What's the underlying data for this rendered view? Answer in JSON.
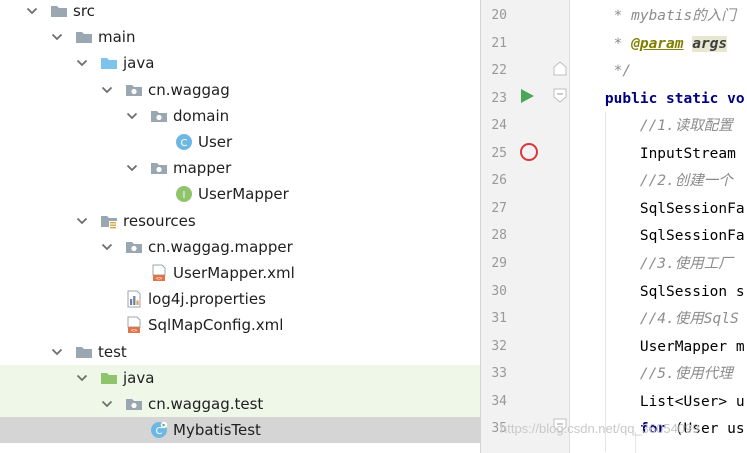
{
  "project_tree": [
    {
      "label": "src",
      "icon": "folder-icon",
      "level": 0,
      "expanded": true
    },
    {
      "label": "main",
      "icon": "folder-icon",
      "level": 1,
      "expanded": true
    },
    {
      "label": "java",
      "icon": "source-folder-icon",
      "level": 2,
      "expanded": true
    },
    {
      "label": "cn.waggag",
      "icon": "package-icon",
      "level": 3,
      "expanded": true
    },
    {
      "label": "domain",
      "icon": "package-icon",
      "level": 4,
      "expanded": true
    },
    {
      "label": "User",
      "icon": "class-icon",
      "level": 5,
      "expanded": null
    },
    {
      "label": "mapper",
      "icon": "package-icon",
      "level": 4,
      "expanded": true
    },
    {
      "label": "UserMapper",
      "icon": "interface-icon",
      "level": 5,
      "expanded": null
    },
    {
      "label": "resources",
      "icon": "resources-folder-icon",
      "level": 2,
      "expanded": true
    },
    {
      "label": "cn.waggag.mapper",
      "icon": "package-icon",
      "level": 3,
      "expanded": true
    },
    {
      "label": "UserMapper.xml",
      "icon": "xml-file-icon",
      "level": 4,
      "expanded": null
    },
    {
      "label": "log4j.properties",
      "icon": "properties-file-icon",
      "level": 3,
      "expanded": null
    },
    {
      "label": "SqlMapConfig.xml",
      "icon": "xml-file-icon",
      "level": 3,
      "expanded": null
    },
    {
      "label": "test",
      "icon": "folder-icon",
      "level": 1,
      "expanded": true
    },
    {
      "label": "java",
      "icon": "test-source-folder-icon",
      "level": 2,
      "expanded": true,
      "highlight": true
    },
    {
      "label": "cn.waggag.test",
      "icon": "package-icon",
      "level": 3,
      "expanded": true,
      "highlight": true
    },
    {
      "label": "MybatisTest",
      "icon": "test-class-icon",
      "level": 4,
      "expanded": null,
      "selected": true
    }
  ],
  "editor": {
    "lines": [
      {
        "num": "20",
        "tokens": [
          {
            "t": "     * mybatis的入门",
            "c": "doc"
          }
        ]
      },
      {
        "num": "21",
        "tokens": [
          {
            "t": "     * ",
            "c": "doc"
          },
          {
            "t": "@param",
            "c": "doctag"
          },
          {
            "t": " ",
            "c": "doc"
          },
          {
            "t": "args",
            "c": "param"
          }
        ]
      },
      {
        "num": "22",
        "tokens": [
          {
            "t": "     */",
            "c": "doc"
          }
        ]
      },
      {
        "num": "23",
        "tokens": [
          {
            "t": "    public static vo",
            "c": "kw"
          }
        ]
      },
      {
        "num": "24",
        "tokens": [
          {
            "t": "        //1.读取配置",
            "c": "com"
          }
        ]
      },
      {
        "num": "25",
        "tokens": [
          {
            "t": "        InputStream ",
            "c": "plain"
          }
        ]
      },
      {
        "num": "26",
        "tokens": [
          {
            "t": "        //2.创建一个",
            "c": "com"
          }
        ]
      },
      {
        "num": "27",
        "tokens": [
          {
            "t": "        SqlSessionFa",
            "c": "plain"
          }
        ]
      },
      {
        "num": "28",
        "tokens": [
          {
            "t": "        SqlSessionFa",
            "c": "plain"
          }
        ]
      },
      {
        "num": "29",
        "tokens": [
          {
            "t": "        //3.使用工厂",
            "c": "com"
          }
        ]
      },
      {
        "num": "30",
        "tokens": [
          {
            "t": "        SqlSession s",
            "c": "plain"
          }
        ]
      },
      {
        "num": "31",
        "tokens": [
          {
            "t": "        //4.使用SqlS",
            "c": "com"
          }
        ]
      },
      {
        "num": "32",
        "tokens": [
          {
            "t": "        UserMapper m",
            "c": "plain"
          }
        ]
      },
      {
        "num": "33",
        "tokens": [
          {
            "t": "        //5.使用代理",
            "c": "com"
          }
        ]
      },
      {
        "num": "34",
        "tokens": [
          {
            "t": "        List<User> u",
            "c": "plain"
          }
        ]
      },
      {
        "num": "35",
        "tokens": [
          {
            "t": "        ",
            "c": "plain"
          },
          {
            "t": "for",
            "c": "kw"
          },
          {
            "t": " (User us",
            "c": "plain"
          }
        ]
      }
    ]
  },
  "watermark": "https://blog.csdn.net/qq_36054099",
  "colors": {
    "selection": "#d5d5d5",
    "test_highlight": "#eef7e8",
    "keyword": "#000080",
    "comment": "#8c8c8c"
  }
}
